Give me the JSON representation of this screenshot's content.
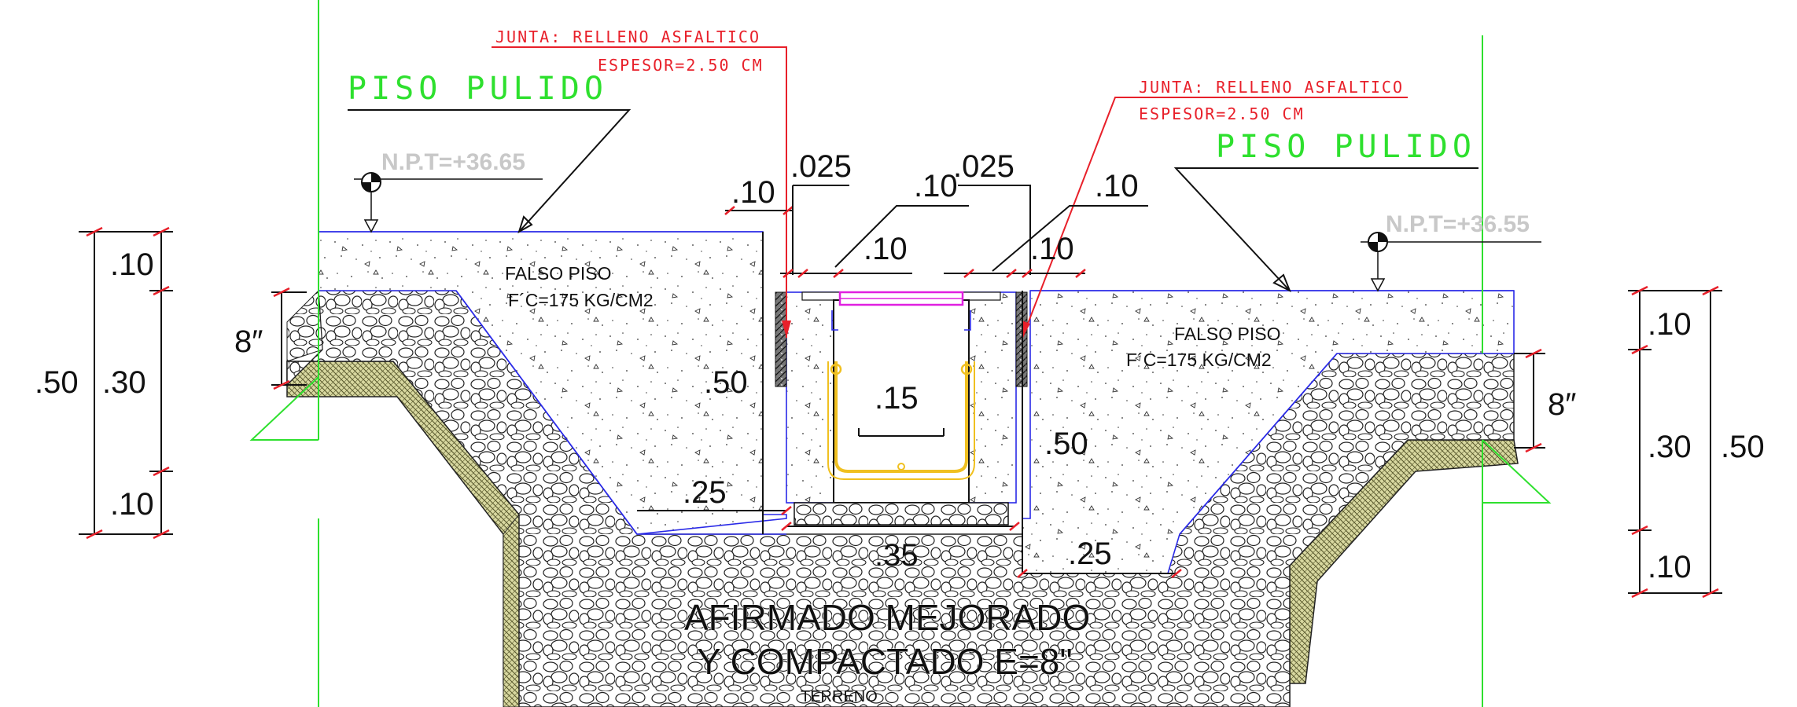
{
  "annotations": {
    "joint_left_line1": "JUNTA: RELLENO ASFALTICO",
    "joint_left_line2": "ESPESOR=2.50 CM",
    "joint_right_line1": "JUNTA: RELLENO ASFALTICO",
    "joint_right_line2": "ESPESOR=2.50 CM",
    "floor_left": "PISO PULIDO",
    "floor_right": "PISO PULIDO",
    "level_left": "N.P.T=+36.65",
    "level_right": "N.P.T=+36.55",
    "slab_left_line1": "FALSO PISO",
    "slab_left_line2": "F´C=175 KG/CM2",
    "slab_right_line1": "FALSO PISO",
    "slab_right_line2": "F´C=175 KG/CM2",
    "base_line1": "AFIRMADO MEJORADO",
    "base_line2": "Y COMPACTADO E=8\"",
    "ground": "TERRENO"
  },
  "dimensions": {
    "left_top": ".10",
    "left_mid": ".30",
    "left_bot": ".10",
    "left_total": ".50",
    "right_top": ".10",
    "right_mid": ".30",
    "right_bot": ".10",
    "right_total": ".50",
    "left_8in": "8″",
    "right_8in": "8″",
    "top_a": ".10",
    "top_b": ".025",
    "top_c": ".10",
    "top_d": ".025",
    "top_e": ".10",
    "inner_left_10": ".10",
    "inner_right_10": ".10",
    "channel_width": ".15",
    "left_wall_height": ".50",
    "right_wall_height": ".50",
    "left_footing": ".25",
    "bottom_width": ".35",
    "right_footing": ".25"
  },
  "colors": {
    "dimension_ticks": "#e8202a",
    "leader_red": "#e8202a",
    "label_green": "#2ee02e",
    "outline_blue": "#2a2ae8",
    "grating_magenta": "#e020e0",
    "rebar_yellow": "#f0c020",
    "level_grey": "#c8c8c8",
    "ground_hatch": "#c8c88a"
  }
}
